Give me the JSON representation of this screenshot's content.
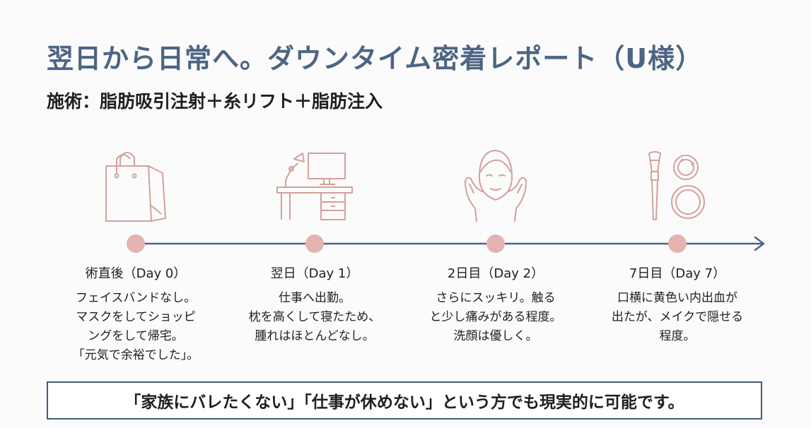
{
  "header": {
    "title": "翌日から日常へ。ダウンタイム密着レポート（U様）",
    "subtitle": "施術：脂肪吸引注射＋糸リフト＋脂肪注入"
  },
  "timeline": {
    "steps": [
      {
        "label": "術直後（Day 0）",
        "icon": "shopping-bag-icon",
        "lines": [
          "フェイスバンドなし。",
          "マスクをしてショッピ",
          "ングをして帰宅。",
          "「元気で余裕でした」。"
        ]
      },
      {
        "label": "翌日（Day 1）",
        "icon": "desk-computer-icon",
        "lines": [
          "仕事へ出勤。",
          "枕を高くして寝たため、",
          "腫れはほとんどなし。"
        ]
      },
      {
        "label": "2日目（Day 2）",
        "icon": "face-hands-icon",
        "lines": [
          "さらにスッキリ。触る",
          "と少し痛みがある程度。",
          "洗顔は優しく。"
        ]
      },
      {
        "label": "7日目（Day 7）",
        "icon": "makeup-brush-compact-icon",
        "lines": [
          "口横に黄色い内出血が",
          "出たが、メイクで隠せる",
          "程度。"
        ]
      }
    ],
    "colors": {
      "line": "#4d6584",
      "dot": "#e4b3b1",
      "icon": "#d4a09c"
    }
  },
  "message": {
    "text": "「家族にバレたくない」「仕事が休めない」という方でも現実的に可能です。"
  }
}
